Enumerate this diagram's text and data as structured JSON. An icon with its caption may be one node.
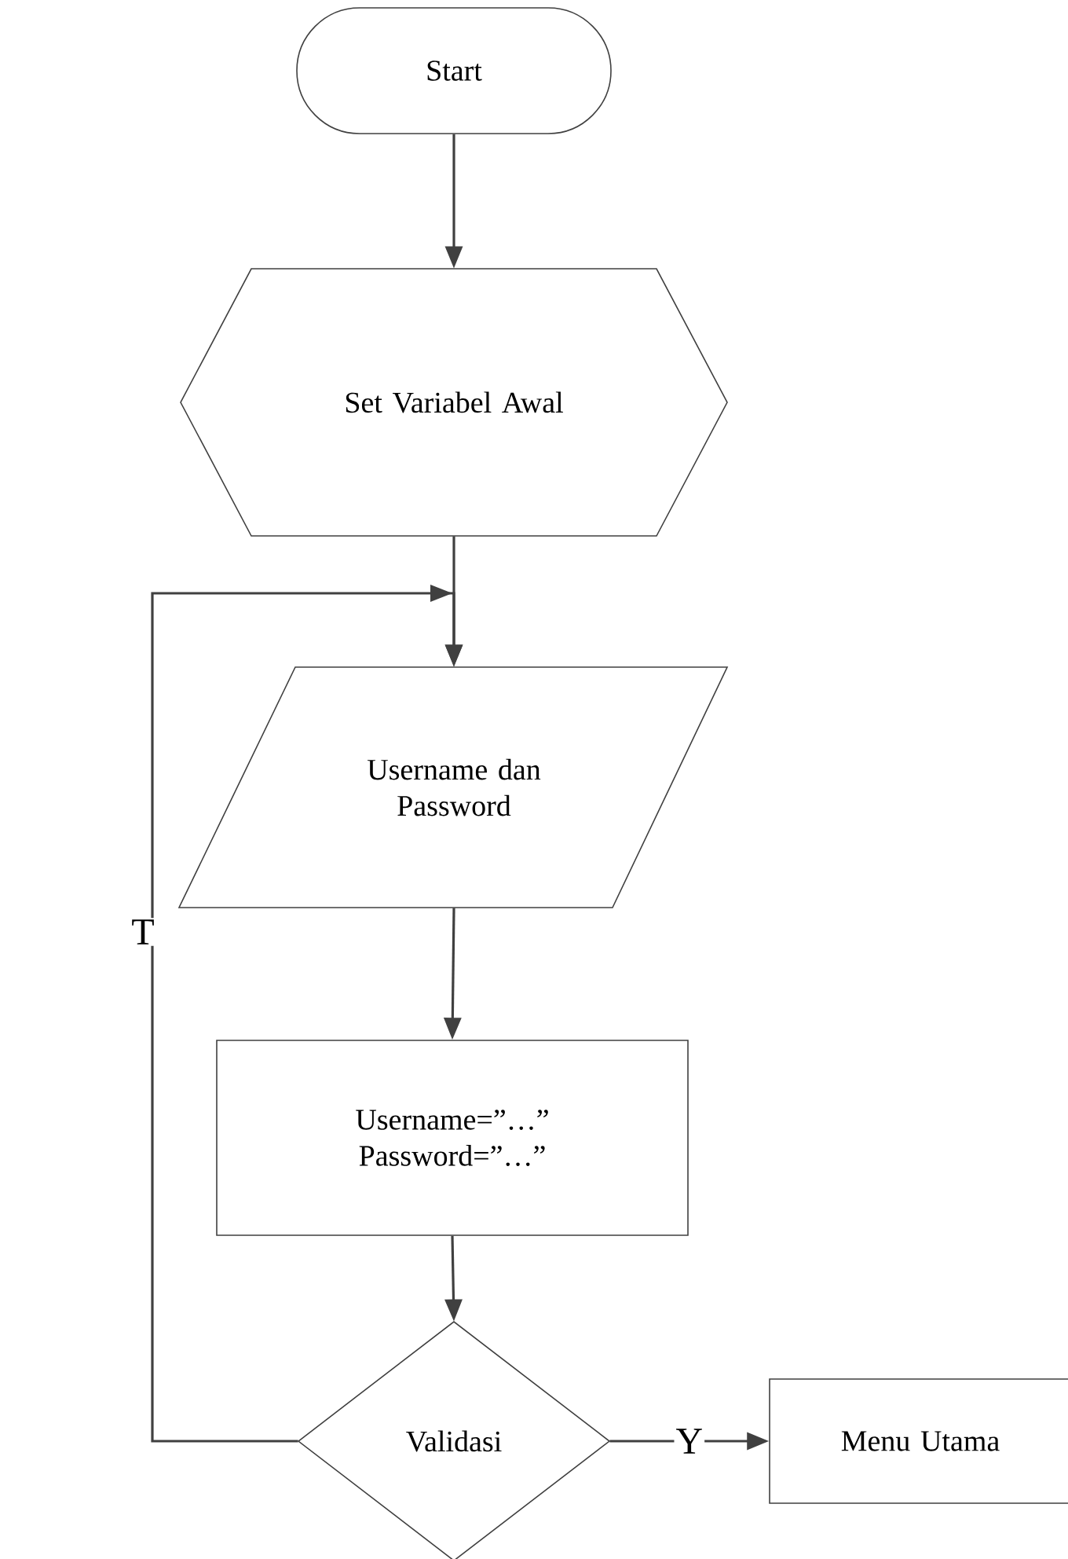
{
  "diagram": {
    "nodes": [
      {
        "text": [
          "Start"
        ]
      },
      {
        "text": [
          "Set Variabel Awal"
        ]
      },
      {
        "text": [
          "Username dan Password"
        ]
      },
      {
        "text": [
          "Username=”…” Password=”…”"
        ]
      },
      {
        "text": [
          "Validasi"
        ]
      },
      {
        "text": [
          "Menu Utama"
        ]
      }
    ],
    "edges": [
      {
        "from": 0,
        "to": 1,
        "arrow": "to"
      },
      {
        "from": 1,
        "to": 2,
        "arrow": "to"
      },
      {
        "from": 2,
        "to": 3,
        "arrow": "to"
      },
      {
        "from": 3,
        "to": 4,
        "arrow": "to"
      },
      {
        "from": 4,
        "to": 5,
        "arrow": "to",
        "label": "Y"
      },
      {
        "from": 4,
        "to": 2,
        "arrow": "to",
        "label": "T"
      }
    ]
  }
}
